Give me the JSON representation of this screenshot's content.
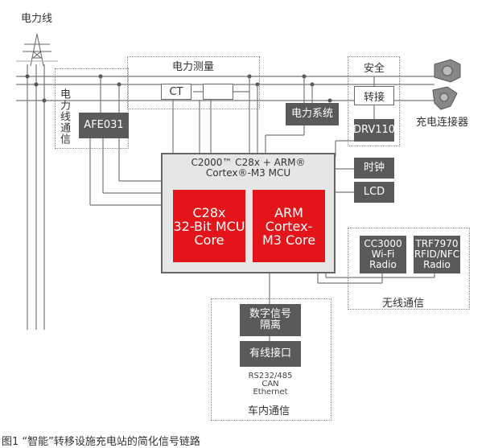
{
  "labels": {
    "power_line": "电力线",
    "power_measure": "电力测量",
    "safety": "安全",
    "plc": "电力线通信",
    "charge_connector": "充电连接器",
    "wireless": "无线通信",
    "in_vehicle": "车内通信",
    "caption": "图1  “智能”转移设施充电站的简化信号链路"
  },
  "blocks": {
    "ct": "CT",
    "afe": "AFE031",
    "power_system": "电力系统",
    "relay": "转接",
    "drv": "DRV110",
    "clock": "时钟",
    "lcd": "LCD",
    "cc3000": "CC3000\nWi-Fi\nRadio",
    "trf7970": "TRF7970\nRFID/NFC\nRadio",
    "digital_iso": "数字信号\n隔离",
    "wired_if": "有线接口",
    "wired_protocols": "RS232/485\nCAN\nEthernet"
  },
  "mcu": {
    "title_line1": "C2000™ C28x + ARM®",
    "title_line2": "Cortex®-M3 MCU",
    "core1": "C28x\n32-Bit MCU\nCore",
    "core2": "ARM Cortex-\nM3 Core"
  },
  "colors": {
    "core_red": "#e4141b",
    "block_gray": "#5a5a5a",
    "mcu_fill": "#e6e6e6"
  }
}
